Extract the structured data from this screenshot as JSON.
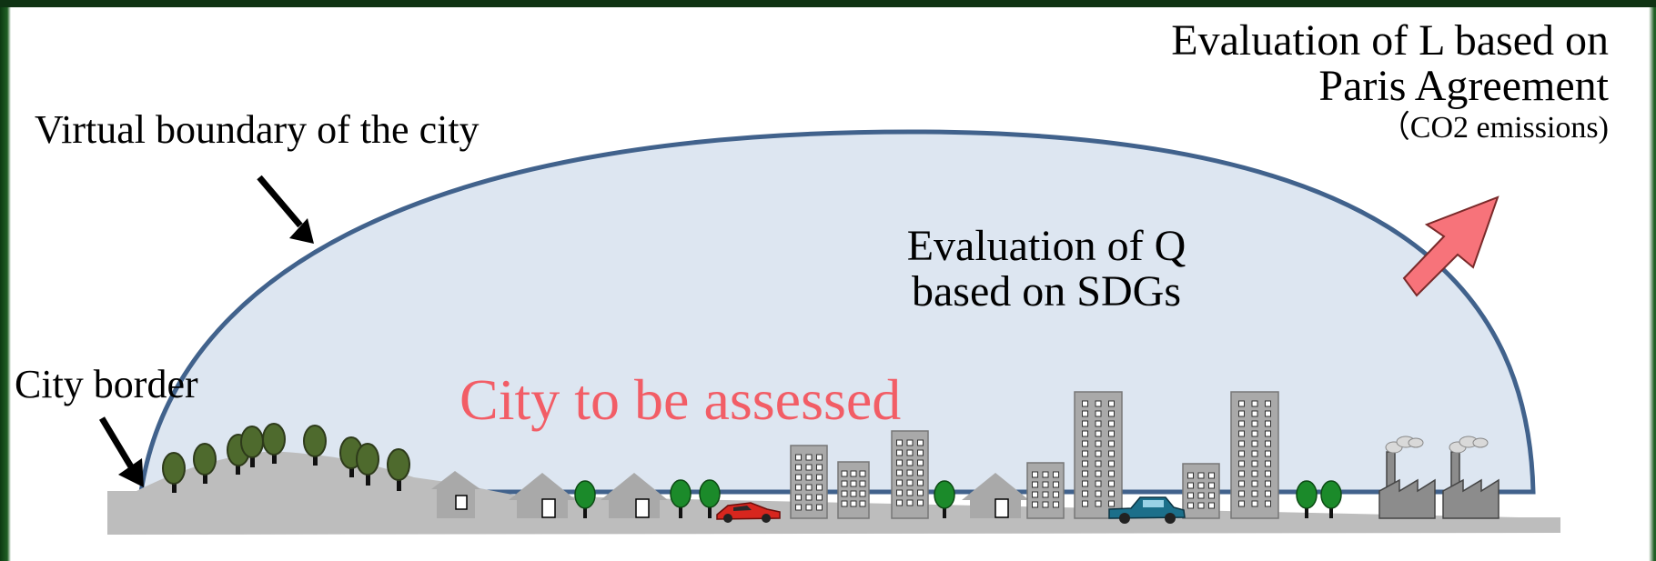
{
  "labels": {
    "virtual_boundary": "Virtual boundary of the city",
    "city_border": "City border",
    "city_assessed": "City to be assessed",
    "q_line1": "Evaluation of Q",
    "q_line2": "based on SDGs",
    "l_line1": "Evaluation of L based on",
    "l_line2": "Paris Agreement",
    "l_line3": "（CO2 emissions)"
  },
  "colors": {
    "dome_fill": "#dde6f1",
    "dome_stroke": "#41628c",
    "city_text": "#f25d66",
    "arrow_fill": "#f7737a",
    "ground": "#bdbdbd",
    "tree": "#4e6a2d",
    "tree_green": "#1b8a2a",
    "building": "#a9a9a9"
  },
  "icons": [
    "arrow-icon",
    "tree-icon",
    "house-icon",
    "building-icon",
    "car-icon",
    "factory-icon",
    "smoke-icon"
  ]
}
